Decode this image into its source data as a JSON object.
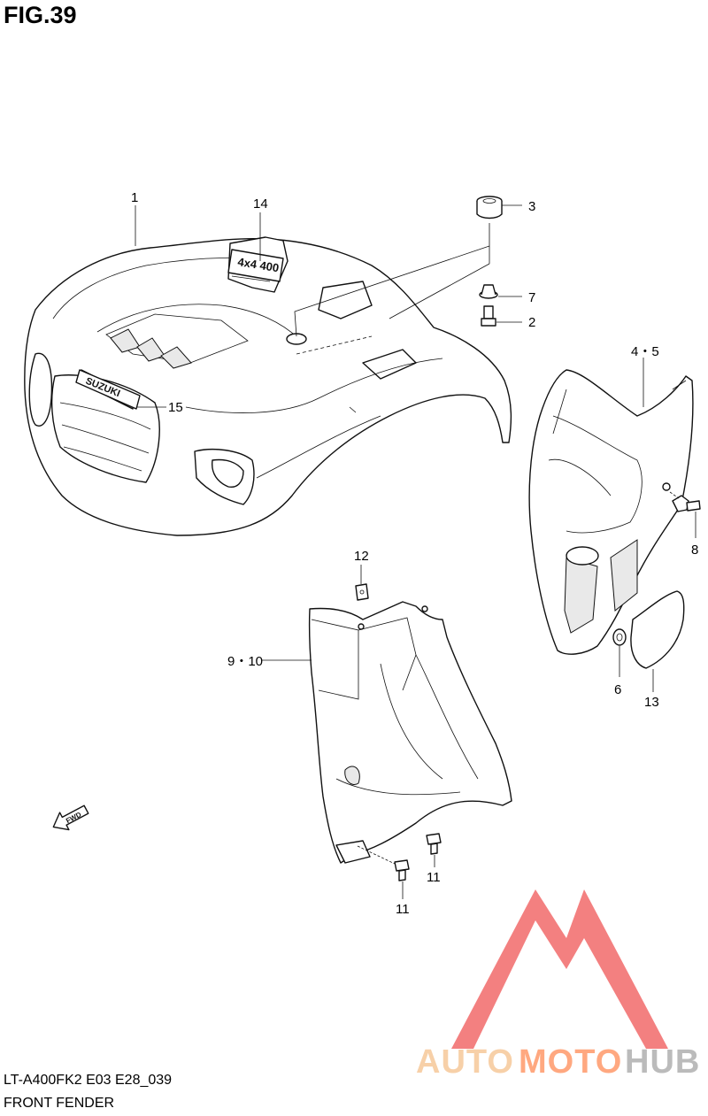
{
  "figure": {
    "title": "FIG.39"
  },
  "footer": {
    "model_code": "LT-A400FK2 E03 E28_039",
    "section_name": "FRONT FENDER"
  },
  "callouts": {
    "c1": "1",
    "c2": "2",
    "c3": "3",
    "c45": "4・5",
    "c6": "6",
    "c7": "7",
    "c8": "8",
    "c910": "9・10",
    "c11a": "11",
    "c11b": "11",
    "c12": "12",
    "c13": "13",
    "c14": "14",
    "c15": "15"
  },
  "labels": {
    "emblem_text": "SUZUKI",
    "decal_text": "4x4 400",
    "direction_text": "FWD"
  },
  "watermark": {
    "word_a": "AUTO",
    "word_b": "MOTO",
    "word_c": "HUB",
    "color_primary": "#ff9a6a",
    "color_secondary": "#f6c89a",
    "color_gray": "#b0b0b0",
    "logo_color": "#f26b6b"
  }
}
